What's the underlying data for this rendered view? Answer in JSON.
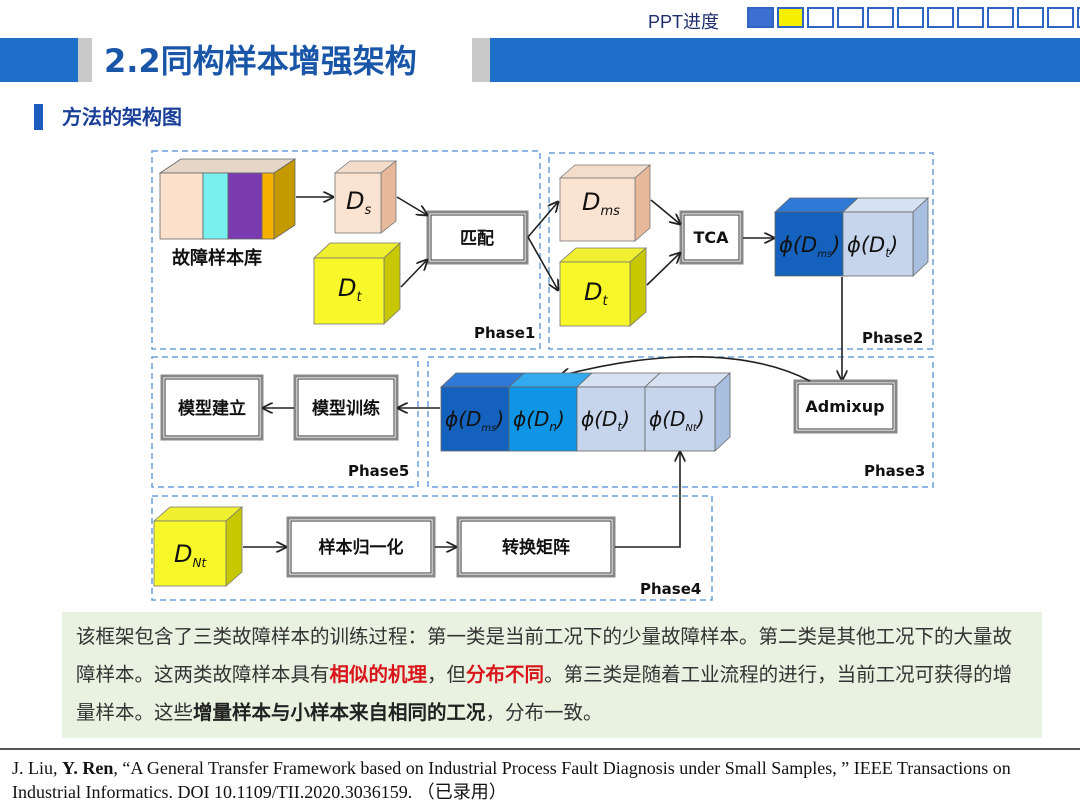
{
  "header": {
    "ppt_label": "PPT进度",
    "progress": {
      "total": 12,
      "filled": 2,
      "colors": [
        "#3d6fd1",
        "#f5f000"
      ]
    },
    "title": "2.2同构样本增强架构",
    "section": "方法的架构图"
  },
  "diagram": {
    "library_label": "故障样本库",
    "ds": "D",
    "ds_sub": "s",
    "dt": "D",
    "dt_sub": "t",
    "match": "匹配",
    "dms": "D",
    "dms_sub": "ms",
    "dt2": "D",
    "dt2_sub": "t",
    "tca": "TCA",
    "phi_dms": "ϕ(D",
    "phi_dms_sub": "ms",
    "phi_close": ")",
    "phi_dt": "ϕ(D",
    "phi_dt_sub": "t",
    "admixup": "Admixup",
    "phi_dn": "ϕ(D",
    "phi_dn_sub": "n",
    "phi_dnt": "ϕ(D",
    "phi_dnt_sub": "Nt",
    "train": "模型训练",
    "build": "模型建立",
    "dnt": "D",
    "dnt_sub": "Nt",
    "normalize": "样本归一化",
    "transform": "转换矩阵",
    "phase1": "Phase1",
    "phase2": "Phase2",
    "phase3": "Phase3",
    "phase4": "Phase4",
    "phase5": "Phase5"
  },
  "description": {
    "p1": "该框架包含了三类故障样本的训练过程：第一类是当前工况下的少量故障样本。第二类是其他工况下的大量故障样本。这两类故障样本具有",
    "red1": "相似的机理",
    "p2": "，但",
    "red2": "分布不同",
    "p3": "。第三类是随着工业流程的进行，当前工况可获得的增量样本。这些",
    "bold1": "增量样本与小样本来自相同的工况",
    "p4": "，分布一致。"
  },
  "reference": {
    "a1": "J. Liu, ",
    "a2": "Y. Ren",
    "rest": ", “A General Transfer Framework based on Industrial Process Fault Diagnosis under Small Samples, ” IEEE Transactions on Industrial Informatics. DOI 10.1109/TII.2020.3036159. ",
    "note": "（已录用）"
  },
  "colors": {
    "brand_blue": "#1d6fc9",
    "title_blue": "#1a56a8",
    "phase_border": "#6a9fd8",
    "highlight_red": "#d9141a",
    "desc_bg": "#e9f1e0"
  }
}
